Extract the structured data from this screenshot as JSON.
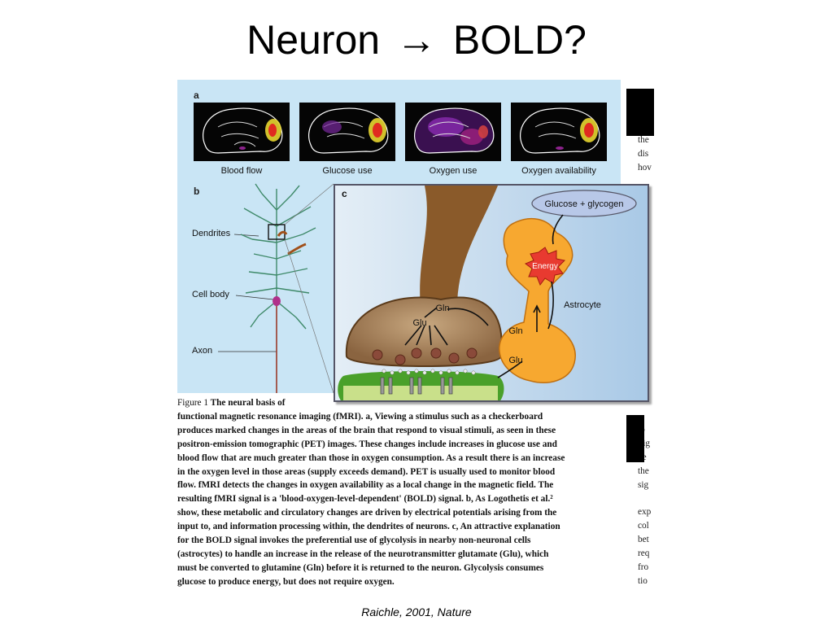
{
  "slide": {
    "title_left": "Neuron",
    "title_arrow": "→",
    "title_right": "BOLD?",
    "citation": "Raichle, 2001, Nature"
  },
  "figure": {
    "panel_a": {
      "letter": "a",
      "scans": [
        "Blood flow",
        "Glucose use",
        "Oxygen use",
        "Oxygen availability"
      ]
    },
    "panel_b": {
      "letter": "b",
      "labels": {
        "dendrites": "Dendrites",
        "cell_body": "Cell body",
        "axon": "Axon"
      }
    },
    "panel_c": {
      "letter": "c",
      "labels": {
        "glucose": "Glucose + glycogen",
        "energy": "Energy",
        "astrocyte": "Astrocyte",
        "gln_presynaptic": "Gln",
        "glu_presynaptic": "Glu",
        "gln_astro": "Gln",
        "glu_astro": "Glu"
      }
    }
  },
  "caption": {
    "label": "Figure 1",
    "heading_line1": "The neural basis of",
    "lines": [
      "functional magnetic resonance imaging (fMRI). a, Viewing a stimulus such as a checkerboard",
      "produces marked changes in the areas of the brain that respond to visual stimuli, as seen in these",
      "positron-emission tomographic (PET) images. These changes include increases in glucose use and",
      "blood flow that are much greater than those  in oxygen consumption. As a result there is an increase",
      "in the oxygen level in those areas (supply exceeds demand). PET is usually used to monitor blood",
      "flow. fMRI detects the changes in oxygen availability as a local change in the magnetic field. The",
      "resulting fMRI signal is a 'blood-oxygen-level-dependent' (BOLD) signal. b, As Logothetis et al.²",
      "show, these metabolic and circulatory changes are driven by electrical potentials arising from the",
      "input to, and information processing within, the dendrites of neurons. c, An attractive explanation",
      "for the BOLD signal invokes the preferential use of glycolysis in nearby non-neuronal cells",
      "(astrocytes) to handle an increase in the release of the neurotransmitter glutamate (Glu), which",
      "must be converted to glutamine (Gln) before it is returned to the neuron. Glycolysis consumes",
      "glucose to produce energy, but does not require oxygen."
    ]
  },
  "side_column": {
    "top": [
      "the",
      "dis",
      "hov"
    ],
    "bottom": [
      "lo",
      "Fig",
      "he",
      "the",
      "sig",
      "",
      "exp",
      "col",
      "bet",
      "req",
      "fro",
      "tio"
    ]
  }
}
